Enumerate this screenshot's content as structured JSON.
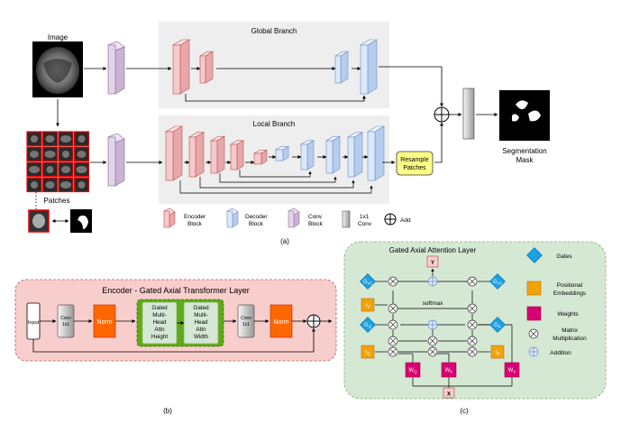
{
  "panel_a": {
    "image_label": "Image",
    "global_branch_label": "Global Branch",
    "local_branch_label": "Local Branch",
    "patches_label": "Patches",
    "resample_line1": "Resample",
    "resample_line2": "Patches",
    "output_line1": "Segmentation",
    "output_line2": "Mask",
    "caption": "(a)",
    "legend": {
      "encoder_line1": "Encoder",
      "encoder_line2": "Block",
      "decoder_line1": "Decoder",
      "decoder_line2": "Block",
      "conv_line1": "Conv",
      "conv_line2": "Block",
      "conv1x1_line1": "1x1",
      "conv1x1_line2": "Conv",
      "add": "Add"
    }
  },
  "panel_b": {
    "title": "Encoder - Gated Axial Transformer Layer",
    "input": "Input",
    "conv_a_line1": "Conv",
    "conv_a_line2": "1x1",
    "norm_a": "Norm",
    "gated_height": [
      "Gated",
      "Multi-",
      "Head",
      "Attn",
      "Height"
    ],
    "gated_width": [
      "Gated",
      "Multi-",
      "Head",
      "Attn",
      "Width"
    ],
    "conv_b_line1": "Conv",
    "conv_b_line2": "1x1",
    "norm_b": "Norm",
    "caption": "(b)"
  },
  "panel_c": {
    "title": "Gated Axial Attention Layer",
    "softmax": "softmax",
    "y": "Y",
    "x": "X",
    "gates": {
      "gv1": "G",
      "gv1_sub": "V1",
      "gv2": "G",
      "gv2_sub": "V2",
      "gq": "G",
      "gq_sub": "Q",
      "gk": "G",
      "gk_sub": "K"
    },
    "pos": {
      "rv": "r",
      "rv_sub": "V",
      "rq": "r",
      "rq_sub": "Q",
      "rk": "r",
      "rk_sub": "K"
    },
    "weights": {
      "wq": "W",
      "wq_sub": "Q",
      "wk": "W",
      "wk_sub": "K",
      "wv": "W",
      "wv_sub": "V"
    },
    "legend": {
      "gates": "Gates",
      "pos_line1": "Positional",
      "pos_line2": "Embeddings",
      "weights": "Weights",
      "mm_line1": "Matrix",
      "mm_line2": "Multiplication",
      "addition": "Addition"
    },
    "caption": "(c)"
  },
  "colors": {
    "encoder": "#f6c9cc",
    "encoder_stroke": "#b85450",
    "decoder": "#dae8fc",
    "decoder_stroke": "#6c8ebf",
    "conv": "#e1d5e7",
    "conv_stroke": "#9673a6",
    "norm": "#ff6600",
    "gated_bg": "#60a917",
    "panel_b_bg": "#f8cecc",
    "panel_c_bg": "#d5e8d4",
    "gate": "#1ba1e2",
    "pos_emb": "#f0a30a",
    "weights": "#d80073",
    "resample": "#ffff88"
  }
}
